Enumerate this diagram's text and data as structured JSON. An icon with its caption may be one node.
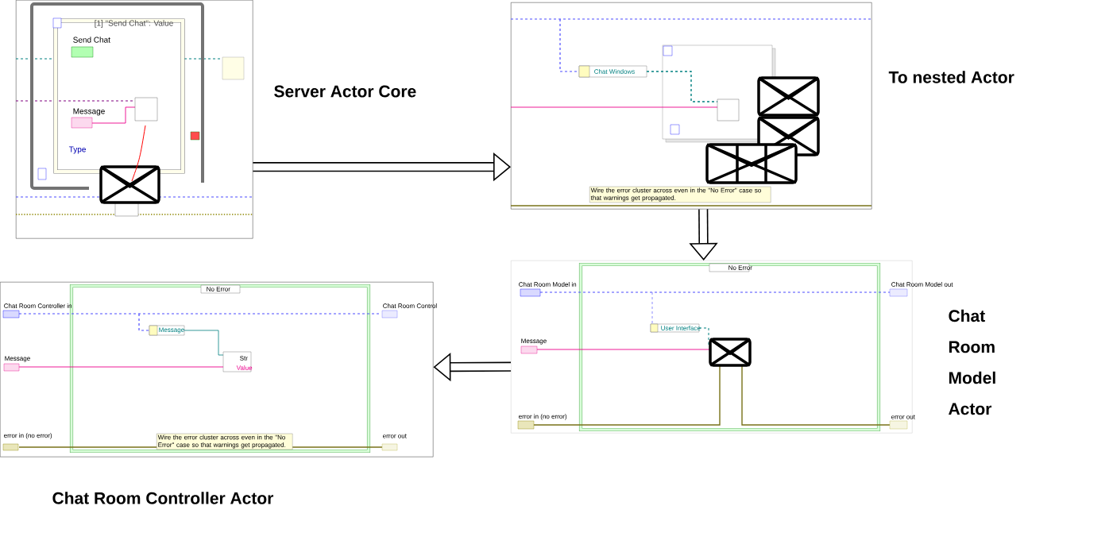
{
  "diagram": {
    "nodes": [
      {
        "text": [
          "[1] \"Send Chat\": Value",
          "Send Chat",
          "Message",
          "Type"
        ],
        "beside": [
          "Server Actor Core"
        ]
      },
      {
        "text": [
          "Chat Windows",
          "Wire the error cluster across even in the \"No Error\" case so that warnings get propagated."
        ],
        "beside": [
          "To nested Actor"
        ]
      },
      {
        "text": [
          "No Error",
          "Chat Room Model in",
          "Message",
          "User Interface",
          "error in (no error)",
          "Chat Room Model out",
          "error out"
        ],
        "beside": [
          "Chat Room Model Actor"
        ]
      },
      {
        "text": [
          "No Error",
          "Chat Room Controller in",
          "Message",
          "Message",
          "Str",
          "Value",
          "Chat Room Control",
          "error in (no error)",
          "Wire the error cluster across even in the \"No Error\" case so that warnings get propagated.",
          "error out"
        ],
        "beside": [
          "Chat Room Controller Actor"
        ]
      }
    ],
    "edges": [
      {
        "from": 0,
        "to": 1,
        "arrow": "to"
      },
      {
        "from": 1,
        "to": 2,
        "arrow": "to"
      },
      {
        "from": 2,
        "to": 3,
        "arrow": "to"
      }
    ]
  }
}
